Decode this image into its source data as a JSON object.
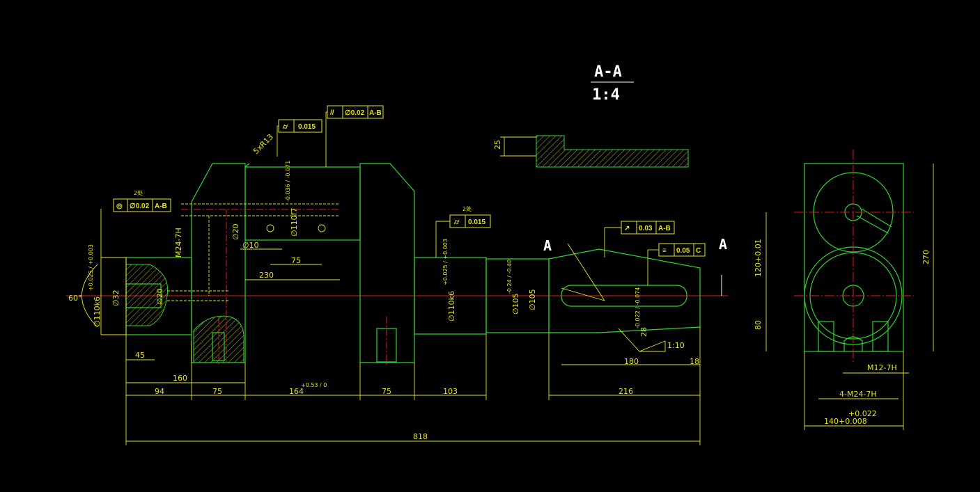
{
  "section_label": {
    "name": "A-A",
    "scale": "1:4"
  },
  "section_markers": [
    "A",
    "A"
  ],
  "feature_frames": [
    {
      "id": "fcf1",
      "symbol": "⌭",
      "tolerance": "0.015",
      "datum": ""
    },
    {
      "id": "fcf2",
      "symbol": "//",
      "tolerance": "∅0.02",
      "datum": "A-B"
    },
    {
      "id": "fcf3",
      "symbol": "◎",
      "tolerance": "∅0.02",
      "datum": "A-B",
      "note": "2处"
    },
    {
      "id": "fcf4",
      "symbol": "⌭",
      "tolerance": "0.015",
      "datum": "",
      "note": "2处"
    },
    {
      "id": "fcf5",
      "symbol": "↗",
      "tolerance": "0.03",
      "datum": "A-B"
    },
    {
      "id": "fcf6",
      "symbol": "≡",
      "tolerance": "0.05",
      "datum": "C"
    }
  ],
  "dimensions": {
    "chamfer": "5xR13",
    "thread_left": "M24-7H",
    "d20_top": "∅20",
    "d110f7": "∅110f7",
    "d110f7_tol": "-0.036 / -0.071",
    "d10": "∅10",
    "len75_inner": "75",
    "len230": "230",
    "angle60": "60°",
    "d110k6_left": "∅110k6",
    "k6_tol": "+0.025 / +0.003",
    "d32": "∅32",
    "d20_bottom": "∅20",
    "len45": "45",
    "len160": "160",
    "len94": "94",
    "len75_a": "75",
    "len164": "164",
    "len164_tol": "+0.53 / 0",
    "len75_b": "75",
    "len103": "103",
    "d110k6_right": "∅110k6",
    "d105": "∅105",
    "d105_tol": "-0.24 / -0.40",
    "d105b": "∅105",
    "d28": "28",
    "d28_tol": "-0.022 / -0.074",
    "taper": "1:10",
    "len180": "180",
    "len18": "18",
    "len216": "216",
    "len818": "818",
    "sec_height": "25",
    "dim120": "120+0.01",
    "dim80": "80",
    "dim270": "270",
    "thread_m12": "M12-7H",
    "thread_4m24": "4-M24-7H",
    "dim140": "140+0.008",
    "dim140_tol": "+0.022"
  }
}
